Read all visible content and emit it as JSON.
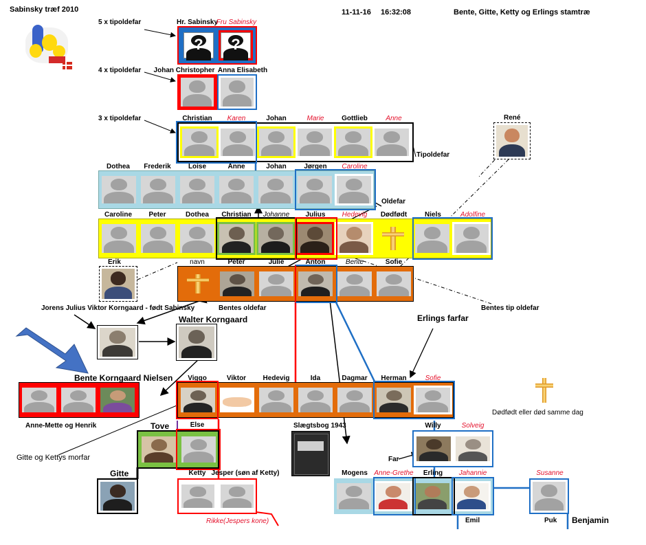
{
  "header": {
    "left": "Sabinsky træf 2010",
    "date": "11-11-16",
    "time": "16:32:08",
    "title": "Bente, Gitte, Ketty og Erlings stamtræ"
  },
  "labels": {
    "gen5": "5 x tipoldefar",
    "gen4": "4 x tipoldefar",
    "gen3": "3 x tipoldefar",
    "tipoldefar": "Tipoldefar",
    "oldefar": "Oldefar",
    "bentes_oldefar": "Bentes oldefar",
    "bentes_tipoldefar": "Bentes tip oldefar",
    "erlings_farfar": "Erlings farfar",
    "dodfodt_note": "Dødfødt eller død samme dag",
    "jorens": "Jorens Julius Viktor Korngaard - født Sabinsky",
    "walter": "Walter Korngaard",
    "bente": "Bente Korngaard Nielsen",
    "anne_mette": "Anne-Mette og Henrik",
    "tove": "Tove",
    "gitte_kettys_morfar": "Gitte og Kettys morfar",
    "gitte": "Gitte",
    "slaegtsbog": "Slægtsbog 1943",
    "far": "Far",
    "rene": "René",
    "erik": "Erik",
    "rikke": "Rikke(Jespers kone)",
    "emil": "Emil",
    "puk": "Puk",
    "benjamin": "Benjamin"
  },
  "rows": {
    "gen5": [
      "Hr. Sabinsky",
      "Fru Sabinsky"
    ],
    "gen4": [
      "Johan Christopher",
      "Anna Elisabeth"
    ],
    "gen3": [
      "Christian",
      "Karen",
      "Johan",
      "Marie",
      "Gottlieb",
      "Anne"
    ],
    "gen2": [
      "Dothea",
      "Frederik",
      "Loise",
      "Anne",
      "Johan",
      "Jørgen",
      "Caroline"
    ],
    "gen1": [
      "Caroline",
      "Peter",
      "Dothea",
      "Christian",
      "Johanne",
      "Julius",
      "Hedevig",
      "Dødfødt",
      "Niels",
      "Adolfine"
    ],
    "gen0": [
      "navn",
      "Peter",
      "Julie",
      "Anton",
      "Bente",
      "Sofie"
    ],
    "genm1": [
      "Viggo",
      "Viktor",
      "Hedevig",
      "Ida",
      "Dagmar",
      "Herman",
      "Sofie"
    ],
    "willy": [
      "Willy",
      "Solveig"
    ],
    "tove_else": [
      "Else"
    ],
    "ketty": [
      "Ketty",
      "Jesper (søn af Ketty)"
    ],
    "erling": [
      "Mogens",
      "Anne-Grethe",
      "Erling",
      "Jahannie",
      "Susanne"
    ]
  },
  "icons": {
    "logo": "simpsons-family-logo",
    "flag": "danish-flag-icon",
    "arrow": "big-blue-arrow-icon",
    "cross": "golden-cross-icon"
  },
  "colors": {
    "yellow": "#ffff00",
    "lightblue": "#a9d8e5",
    "orange": "#e36c0a",
    "red": "#ff0000",
    "blue": "#1f6fc5",
    "green": "#7ac143",
    "female": "#e4102b"
  }
}
